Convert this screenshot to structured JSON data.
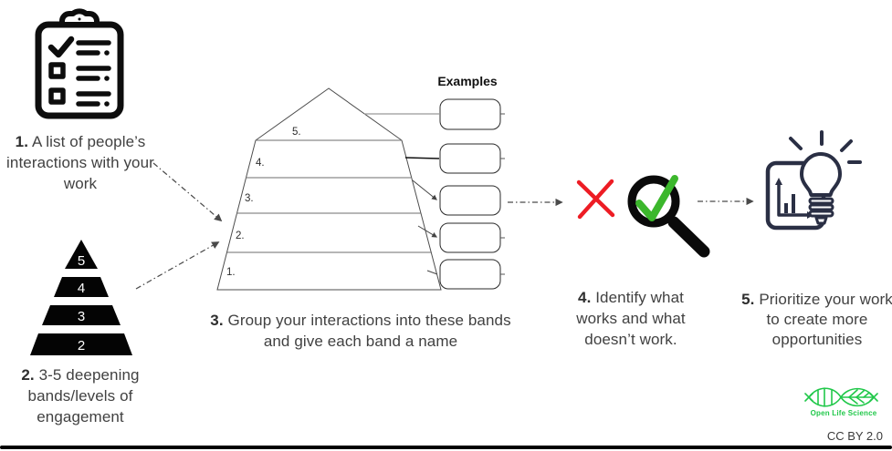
{
  "steps": [
    {
      "number": "1.",
      "text": "A list of people’s interactions with your work"
    },
    {
      "number": "2.",
      "text": "3-5 deepening bands/levels of engagement"
    },
    {
      "number": "3.",
      "text": "Group your interactions into these bands and give each band a name"
    },
    {
      "number": "4.",
      "text": "Identify what works and what doesn’t work."
    },
    {
      "number": "5.",
      "text": "Prioritize your work to create more opportunities"
    }
  ],
  "examples": {
    "heading": "Examples",
    "box_count": 5
  },
  "pyramid_small": {
    "levels": [
      "5",
      "4",
      "3",
      "2"
    ]
  },
  "pyramid_large": {
    "band_labels": [
      "5.",
      "4.",
      "3.",
      "2.",
      "1."
    ]
  },
  "footer": {
    "logo_text": "Open Life Science",
    "license": "CC BY 2.0"
  },
  "colors": {
    "cross_red": "#ed1c24",
    "check_green": "#3cb72c",
    "logo_green": "#21c84a",
    "icon_navy": "#2a2f44",
    "icon_black": "#0d0d0d",
    "text_gray": "#414141",
    "line_gray": "#4a4a4a"
  }
}
